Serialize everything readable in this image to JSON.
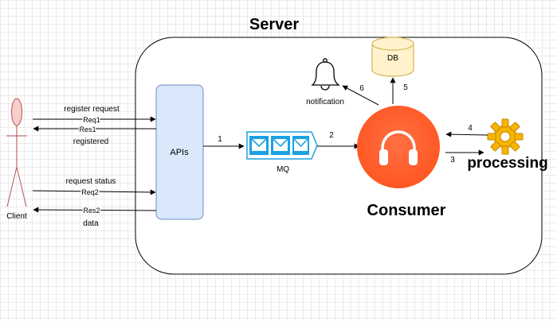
{
  "diagram": {
    "server_title": "Server",
    "client_label": "Client",
    "apis_label": "APIs",
    "mq_label": "MQ",
    "db_label": "DB",
    "notification_label": "notification",
    "consumer_label": "Consumer",
    "processing_label": "processing",
    "edges": {
      "register_request": "register request",
      "req1": "Req1",
      "res1": "Res1",
      "registered": "registered",
      "request_status": "request status",
      "req2": "Req2",
      "res2": "Res2",
      "data": "data",
      "step1": "1",
      "step2": "2",
      "step3": "3",
      "step4": "4",
      "step5": "5",
      "step6": "6"
    },
    "colors": {
      "client_stroke": "#b85450",
      "client_fill": "#f8cecc",
      "apis_fill": "#dae8fc",
      "apis_stroke": "#6c8ebf",
      "mq_color": "#1ba1e2",
      "db_fill": "#fff2cc",
      "db_stroke": "#d6b656",
      "consumer_fill": "#ff5722",
      "gear_color": "#f5b400"
    }
  }
}
